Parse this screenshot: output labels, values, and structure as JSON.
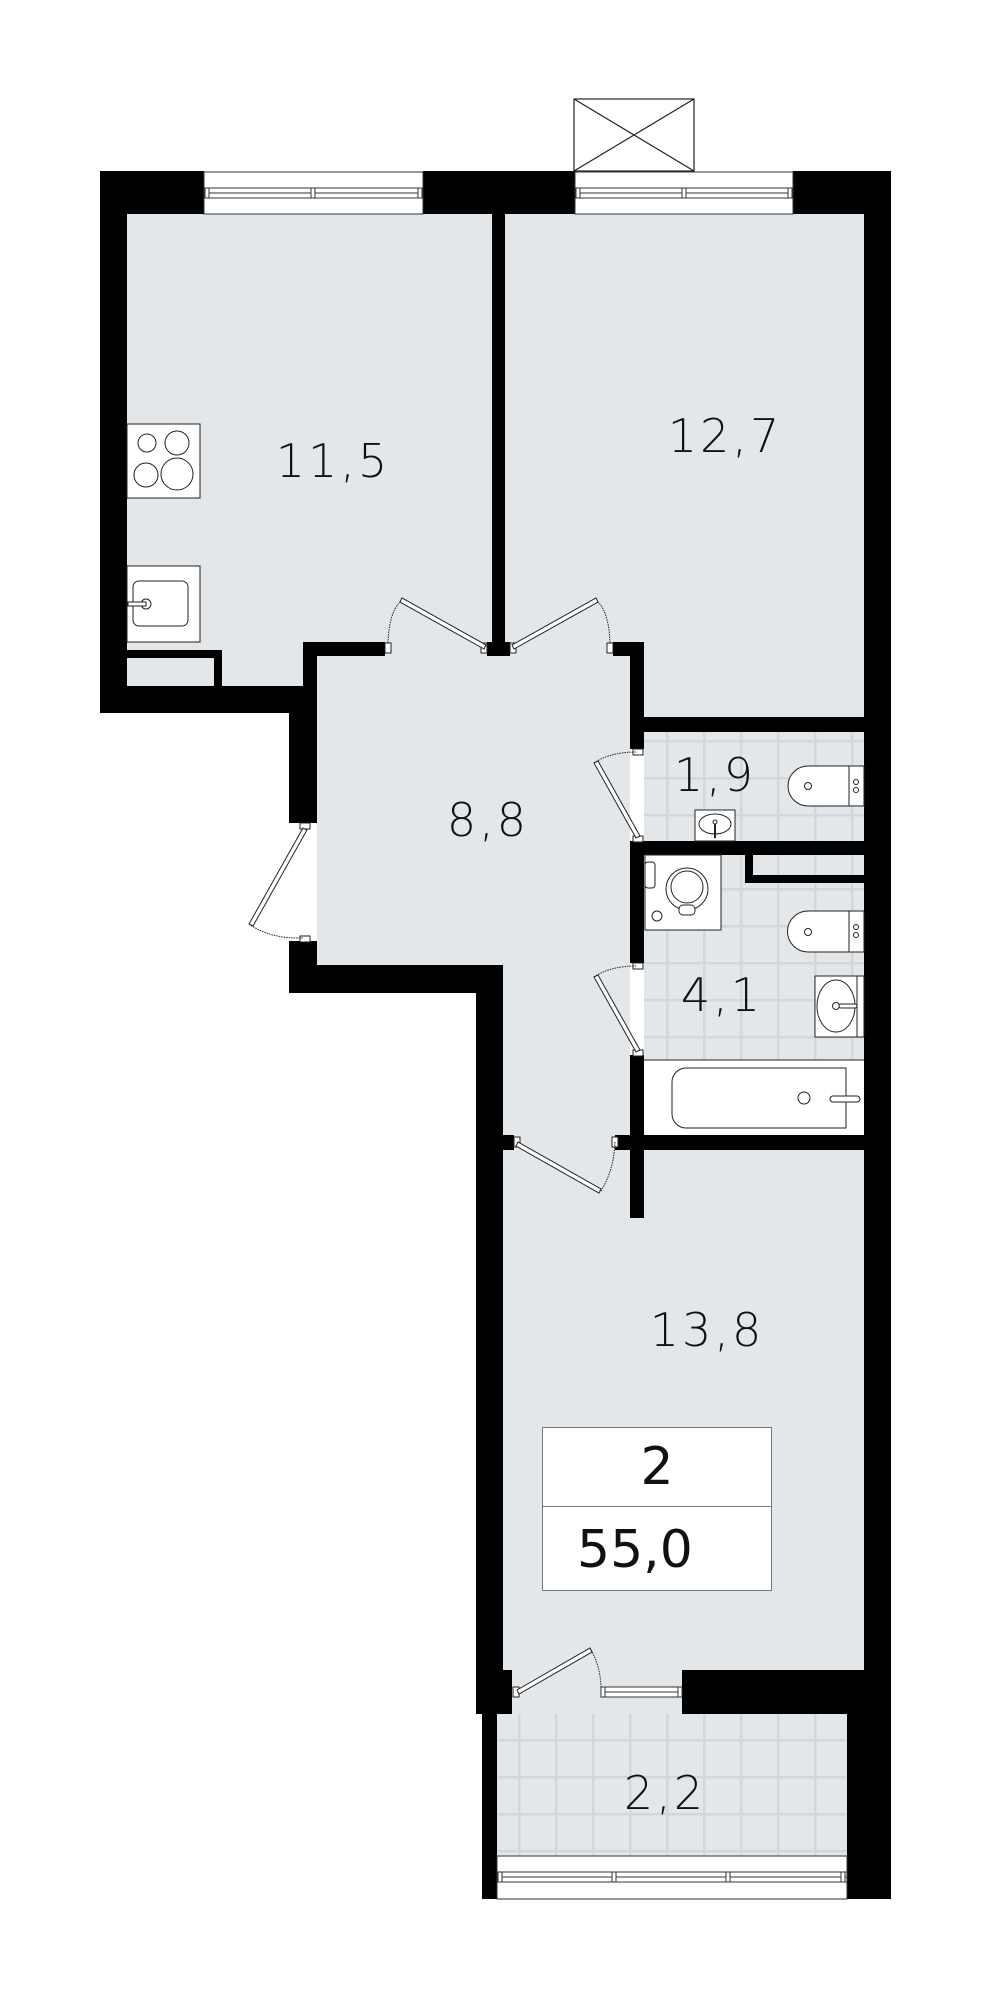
{
  "plan": {
    "type": "apartment-floor-plan",
    "colors": {
      "wall": "#000000",
      "floor": "#e4e7ea",
      "tile_grid": "#d2d5d8",
      "fixture_fill": "#ffffff",
      "line": "#222222",
      "background": "#ffffff"
    },
    "rooms": [
      {
        "id": "kitchen",
        "area": "11,5"
      },
      {
        "id": "living-room",
        "area": "12,7"
      },
      {
        "id": "hallway",
        "area": "8,8"
      },
      {
        "id": "wc",
        "area": "1,9"
      },
      {
        "id": "bathroom",
        "area": "4,1"
      },
      {
        "id": "bedroom",
        "area": "13,8"
      },
      {
        "id": "balcony",
        "area": "2,2"
      }
    ],
    "summary": {
      "room_count": "2",
      "total_area": "55,0"
    }
  }
}
